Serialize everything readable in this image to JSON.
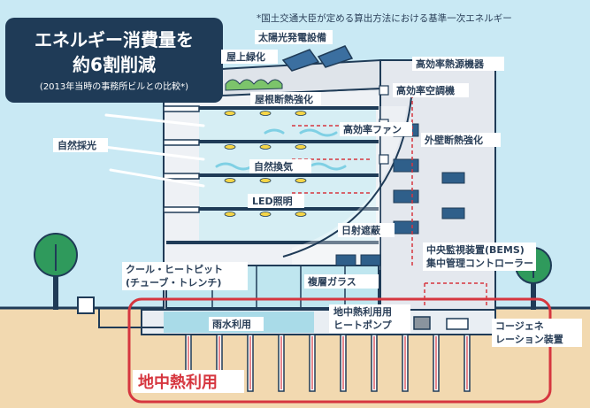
{
  "headline": {
    "line1": "エネルギー消費量を",
    "line2": "約6割削減",
    "note": "(2013年当時の事務所ビルとの比較*)"
  },
  "footnote": "*国土交通大臣が定める算出方法における基準一次エネルギー",
  "features": {
    "solar_power": "太陽光発電設備",
    "rooftop_greening": "屋上緑化",
    "high_eff_heat_source": "高効率熱源機器",
    "roof_insulation": "屋根断熱強化",
    "high_eff_ac": "高効率空調機",
    "high_eff_fan": "高効率ファン",
    "wall_insulation": "外壁断熱強化",
    "daylighting": "自然採光",
    "natural_ventilation": "自然換気",
    "led_lighting": "LED照明",
    "solar_shading": "日射遮蔽",
    "bems_line1": "中央監視装置(BEMS)",
    "bems_line2": "集中管理コントローラー",
    "cool_heat_pit_line1": "クール・ヒートピット",
    "cool_heat_pit_line2": "(チューブ・トレンチ)",
    "double_glass": "複層ガラス",
    "rainwater": "雨水利用",
    "geo_heat_pump_line1": "地中熱利用用",
    "geo_heat_pump_line2": "ヒートポンプ",
    "cogen_line1": "コージェネ",
    "cogen_line2": "レーション装置",
    "geothermal": "地中熱利用"
  },
  "colors": {
    "sky": "#c9e9f4",
    "navy": "#1f3b57",
    "ground": "#f2d9b0",
    "red": "#d6363f",
    "building": "#e4e8ee",
    "glass": "#bfe6ef",
    "tree": "#2f9a5c"
  }
}
